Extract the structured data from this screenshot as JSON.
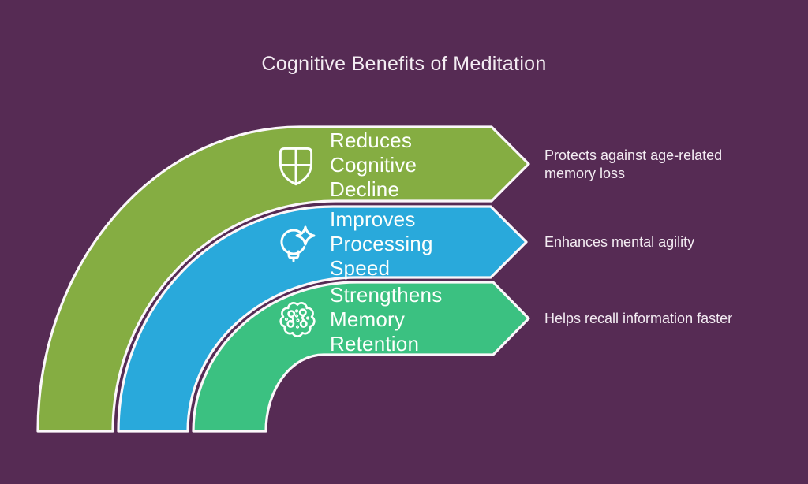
{
  "title": "Cognitive Benefits of Meditation",
  "colors": {
    "background": "#562B54",
    "outline": "#FBF7FA",
    "band1": "#85AD42",
    "band2": "#29A9DB",
    "band3": "#3BC181"
  },
  "bands": [
    {
      "icon": "shield-cross-icon",
      "label": "Reduces Cognitive Decline",
      "lines": [
        "Reduces",
        "Cognitive",
        "Decline"
      ],
      "description": "Protects against age-related memory loss",
      "color": "#85AD42"
    },
    {
      "icon": "lightbulb-sparkle-icon",
      "label": "Improves Processing Speed",
      "lines": [
        "Improves",
        "Processing",
        "Speed"
      ],
      "description": "Enhances mental agility",
      "color": "#29A9DB"
    },
    {
      "icon": "brain-circuit-icon",
      "label": "Strengthens Memory Retention",
      "lines": [
        "Strengthens",
        "Memory",
        "Retention"
      ],
      "description": "Helps recall information faster",
      "color": "#3BC181"
    }
  ]
}
